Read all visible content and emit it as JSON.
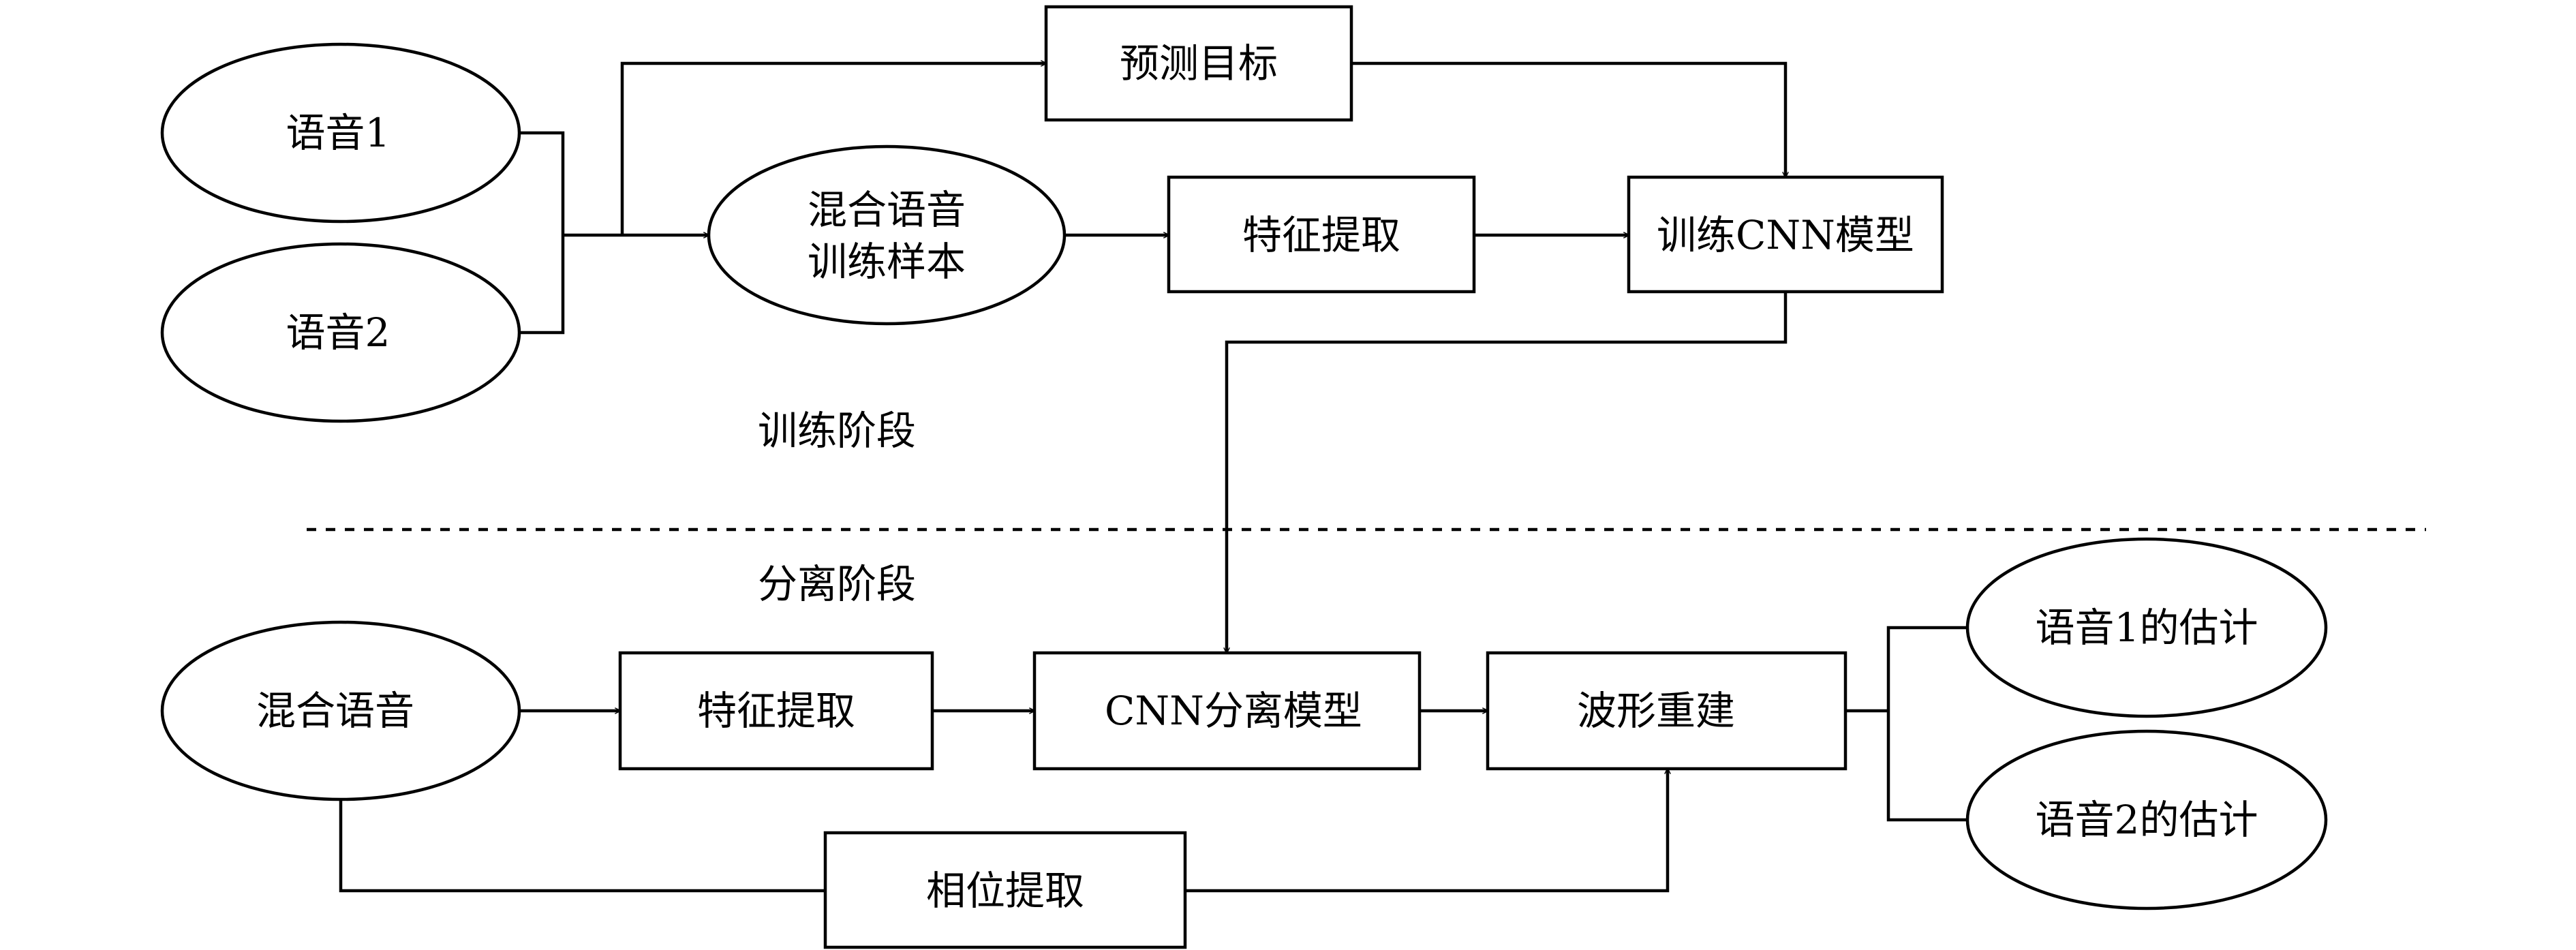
{
  "stages": {
    "training": "训练阶段",
    "separation": "分离阶段"
  },
  "nodes": {
    "speech1": "语音1",
    "speech2": "语音2",
    "prediction_target": "预测目标",
    "mixed_training_sample": [
      "混合语音",
      "训练样本"
    ],
    "feature_extraction_train": "特征提取",
    "train_cnn_model": "训练CNN模型",
    "mixed_speech": "混合语音",
    "feature_extraction_sep": "特征提取",
    "cnn_separation_model": "CNN分离模型",
    "waveform_reconstruction": "波形重建",
    "phase_extraction": "相位提取",
    "speech1_estimate": "语音1的估计",
    "speech2_estimate": "语音2的估计"
  }
}
